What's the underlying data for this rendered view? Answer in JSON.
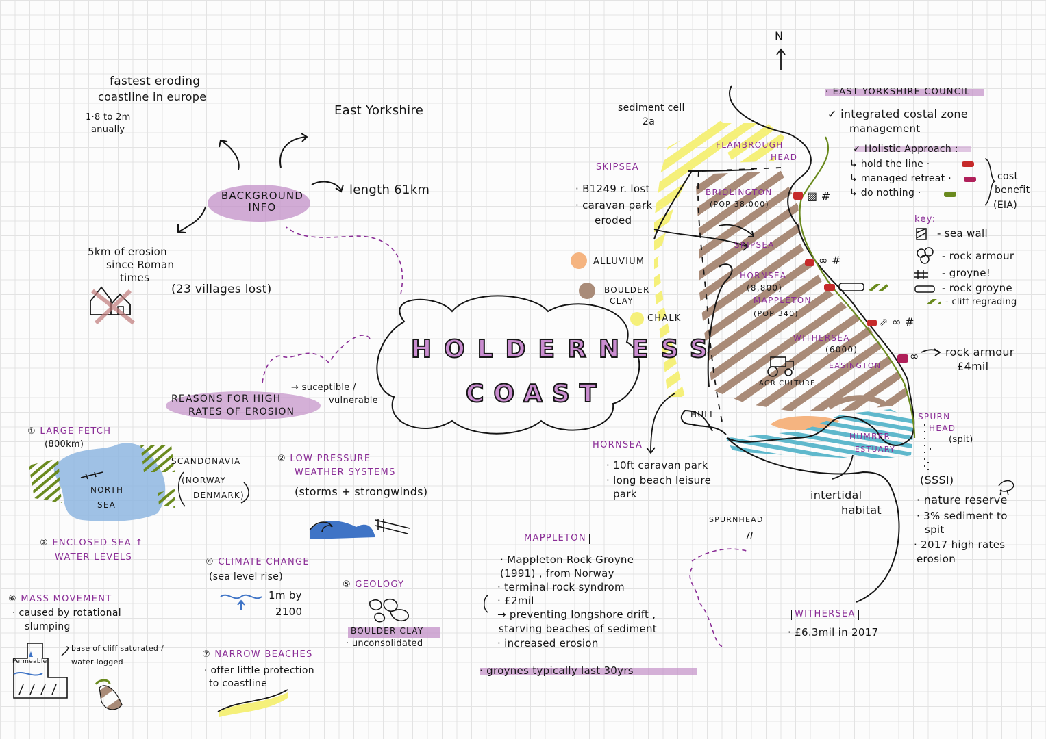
{
  "title": {
    "line1": "HOLDERNESS",
    "line2": "COAST"
  },
  "background": {
    "label": "BACKGROUND INFO",
    "fastest_line1": "fastest eroding",
    "fastest_line2": "coastline in europe",
    "rate_line1": "1·8 to 2m",
    "rate_line2": "anually",
    "region": "East Yorkshire",
    "length": "length 61km",
    "erosion_line1": "5km of erosion",
    "erosion_line2": "since Roman",
    "erosion_line3": "times",
    "villages": "(23 villages lost)"
  },
  "reasons": {
    "label_line1": "REASONS FOR HIGH",
    "label_line2": "RATES OF EROSION",
    "note_line1": "→ suceptible /",
    "note_line2": "vulnerable",
    "r1_title": "LARGE FETCH",
    "r1_detail": "(800km)",
    "r1_scand": "SCANDONAVIA",
    "r1_norway": "(NORWAY",
    "r1_denmark": "DENMARK)",
    "r1_sea_line1": "NORTH",
    "r1_sea_line2": "SEA",
    "r2_title_line1": "LOW PRESSURE",
    "r2_title_line2": "WEATHER SYSTEMS",
    "r2_detail": "(storms + strongwinds)",
    "r3_title_line1": "ENCLOSED SEA ↑",
    "r3_title_line2": "WATER LEVELS",
    "r4_title": "CLIMATE CHANGE",
    "r4_detail": "(sea level rise)",
    "r4_rise_line1": "1m by",
    "r4_rise_line2": "2100",
    "r5_title": "GEOLOGY",
    "r5_clay": "BOULDER CLAY",
    "r5_detail": "· unconsolidated",
    "r6_title": "MASS MOVEMENT",
    "r6_detail_line1": "· caused by rotational",
    "r6_detail_line2": "slumping",
    "r6_permeable": "Permeable",
    "r6_base_line1": "base of cliff saturated /",
    "r6_base_line2": "water logged",
    "r7_title": "NARROW BEACHES",
    "r7_detail_line1": "· offer little protection",
    "r7_detail_line2": "to coastline"
  },
  "map": {
    "north": "N",
    "sediment_line1": "sediment cell",
    "sediment_line2": "2a",
    "flamborough_line1": "FLAMBROUGH",
    "flamborough_line2": "HEAD",
    "bridlington": "BRIDLINGTON",
    "bridlington_pop": "(POP 38,000)",
    "skipsea": "SKIPSEA",
    "hornsea": "HORNSEA",
    "hornsea_pop": "(8,800)",
    "mappleton": "MAPPLETON",
    "mappleton_pop": "(POP 340)",
    "withersea": "WITHERSEA",
    "withersea_pop": "(6000)",
    "easington": "EASINGTON",
    "agriculture": "AGRICULTURE",
    "hull": "HULL",
    "humber_line1": "HUMBER",
    "humber_line2": "ESTUARY",
    "spurn_line1": "SPURN",
    "spurn_line2": "HEAD",
    "spit": "(spit)",
    "alluvium": "ALLUVIUM",
    "boulder_line1": "BOULDER",
    "boulder_line2": "CLAY",
    "chalk": "CHALK",
    "intertidal_line1": "intertidal",
    "intertidal_line2": "habitat",
    "rock_armour_line1": "rock armour",
    "rock_armour_line2": "£4mil",
    "spurnhead_small": "SPURNHEAD"
  },
  "skipsea_note": {
    "title": "SKIPSEA",
    "line1": "· B1249 r. lost",
    "line2": "· caravan park",
    "line3": "eroded"
  },
  "hornsea_note": {
    "title": "HORNSEA",
    "line1": "· 10ft caravan park",
    "line2": "· long beach leisure",
    "line3": "park"
  },
  "council": {
    "title": "· EAST YORKSHIRE COUNCIL",
    "line1": "✓ integrated costal zone",
    "line2": "management",
    "holistic": "✓ Holistic Approach :",
    "opt1": "↳ hold the line ·",
    "opt2": "↳ managed retreat ·",
    "opt3": "↳ do nothing ·",
    "cost_line1": "cost",
    "cost_line2": "benefit",
    "cost_line3": "(EIA)"
  },
  "key": {
    "title": "key:",
    "item1": "- sea wall",
    "item2": "- rock armour",
    "item3": "- groyne!",
    "item4": "- rock groyne",
    "item5": "- cliff regrading"
  },
  "sssi": {
    "line0": "(SSSI)",
    "line1": "· nature reserve",
    "line2": "· 3% sediment to",
    "line3": "spit",
    "line4": "· 2017 high rates",
    "line5": "erosion"
  },
  "mappleton_note": {
    "title": "MAPPLETON",
    "line1": "· Mappleton Rock Groyne",
    "line2": "(1991) , from Norway",
    "line3": "· terminal rock syndrom",
    "line4": "· £2mil",
    "line5": "→ preventing longshore drift ,",
    "line6": "starving beaches of sediment",
    "line7": "· increased erosion",
    "line8": "· groynes typically last 30yrs"
  },
  "withersea_note": {
    "title": "WITHERSEA",
    "line1": "· £6.3mil in 2017"
  },
  "colors": {
    "purple_highlight": "#b66cbc",
    "purple_text": "#8a2d96",
    "chalk": "#f5f07a",
    "boulder_clay": "#a98b78",
    "alluvium": "#f5b480",
    "sea": "#8eb6e0",
    "estuary": "#5fb8cc",
    "cliff_green": "#6a8a1e",
    "sea_wall_red": "#c62a2a",
    "managed_retreat": "#b0205a"
  }
}
